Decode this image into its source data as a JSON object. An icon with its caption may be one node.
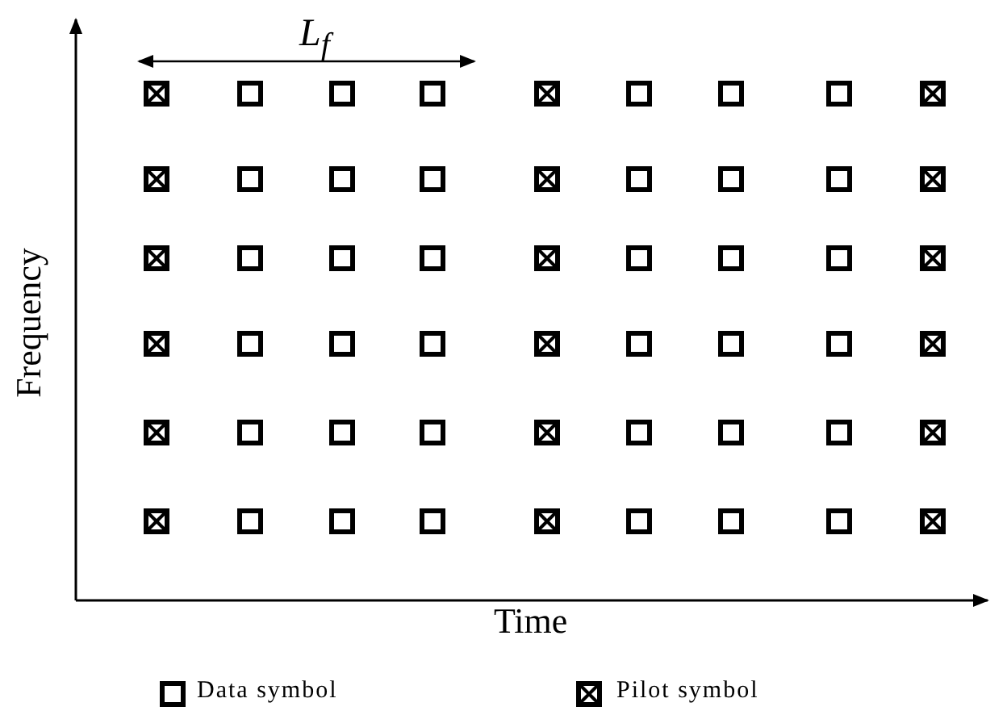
{
  "diagram": {
    "labels": [
      "L$_{f}$",
      "Frequency",
      "Time"
    ],
    "legend": [
      {
        "text": "Data symbol"
      },
      {
        "text": "Pilot symbol"
      }
    ]
  }
}
